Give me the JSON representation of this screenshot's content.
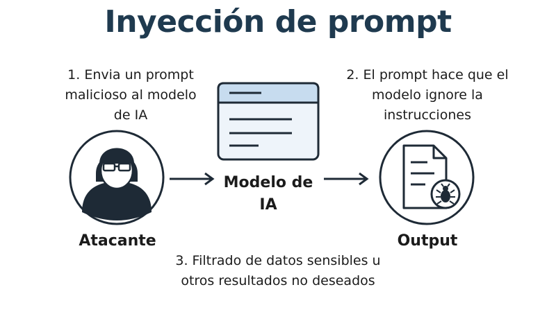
{
  "title": "Inyección de prompt",
  "steps": {
    "step1": "1. Envia un prompt malicioso al modelo de IA",
    "step2": "2. El prompt hace que el modelo ignore la instrucciones",
    "step3": "3. Filtrado de datos sensibles u otros resultados no deseados"
  },
  "nodes": {
    "attacker": "Atacante",
    "model": "Modelo de IA",
    "output": "Output"
  },
  "icons": {
    "attacker": "hacker-icon",
    "model": "model-window-icon",
    "output": "infected-document-icon",
    "arrow": "arrow-right-icon"
  },
  "colors": {
    "title": "#1f3a4f",
    "stroke": "#1e2a36",
    "window_header": "#c7dcef",
    "window_body": "#eef4fa"
  }
}
